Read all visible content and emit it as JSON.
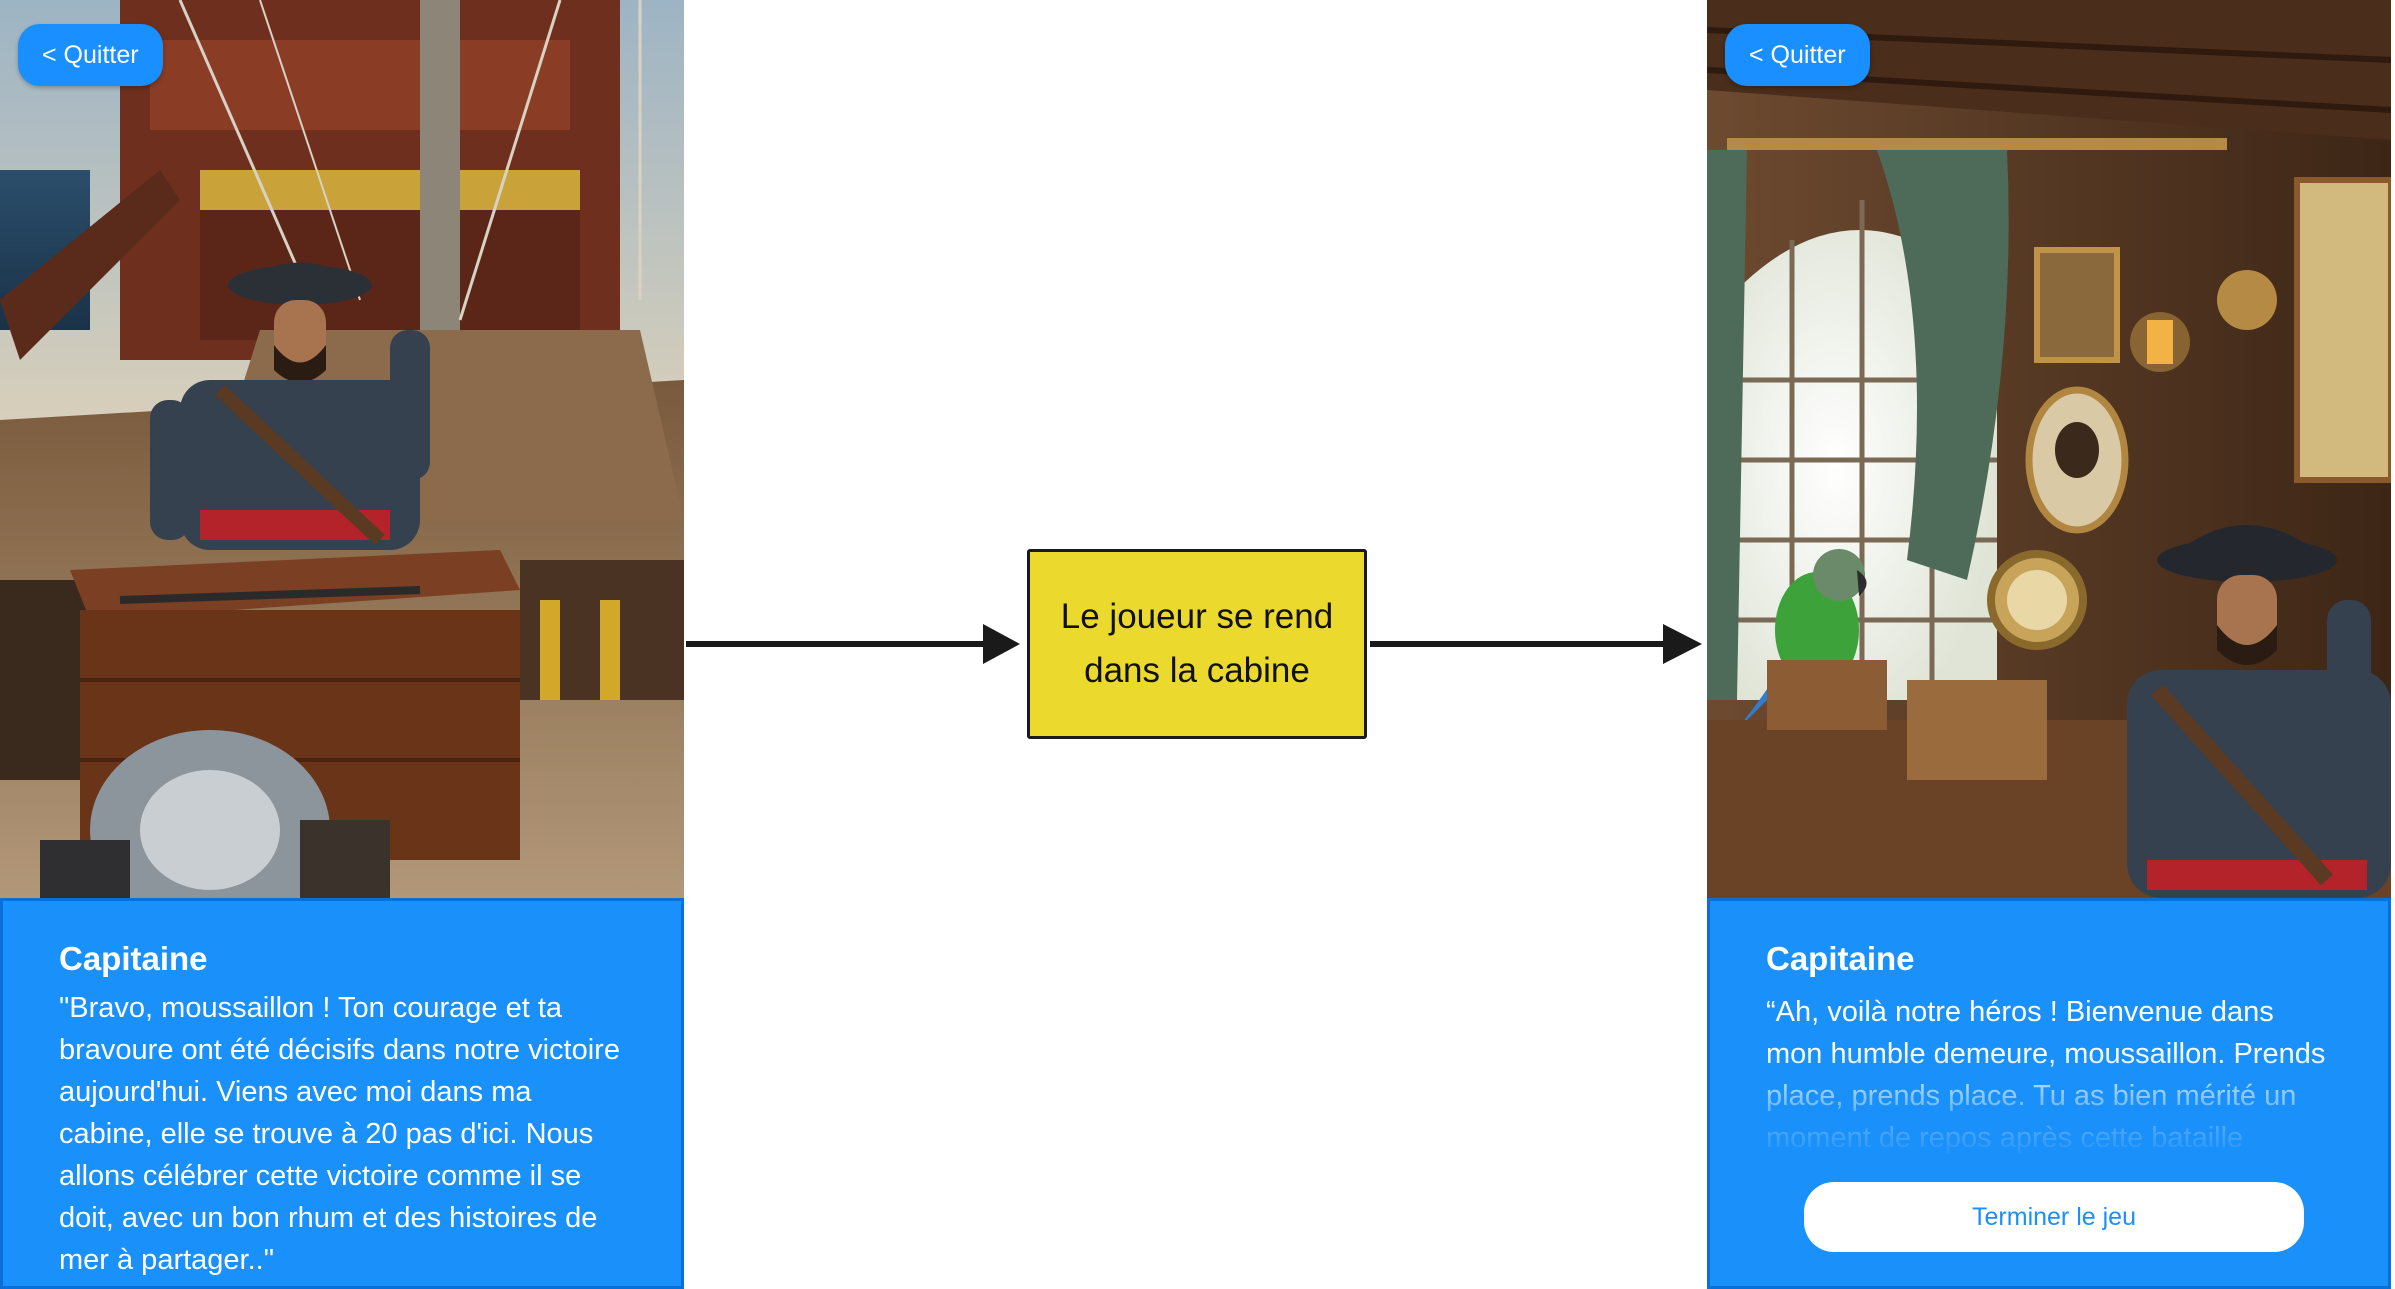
{
  "left_screen": {
    "quit_label": "< Quitter",
    "speaker": "Capitaine",
    "speech": "\"Bravo, moussaillon ! Ton courage et ta bravoure ont été décisifs dans notre victoire aujourd'hui. Viens avec moi dans ma cabine, elle se trouve à 20 pas d'ici. Nous allons célébrer cette victoire comme il se doit, avec un bon rhum et des histoires de mer à partager..\""
  },
  "transition": {
    "label": "Le joueur se rend dans la cabine"
  },
  "right_screen": {
    "quit_label": "< Quitter",
    "speaker": "Capitaine",
    "speech": "“Ah, voilà notre héros ! Bienvenue dans mon humble demeure, moussaillon. Prends place, prends place. Tu as bien mérité un moment de repos après cette bataille",
    "end_button_label": "Terminer le jeu"
  },
  "colors": {
    "accent_blue": "#1a8fff",
    "dialog_blue": "#1a90fa",
    "step_yellow": "#ecd92e",
    "arrow": "#1a1a1a"
  },
  "icons": {
    "arrow_head": "arrow-right-icon"
  }
}
